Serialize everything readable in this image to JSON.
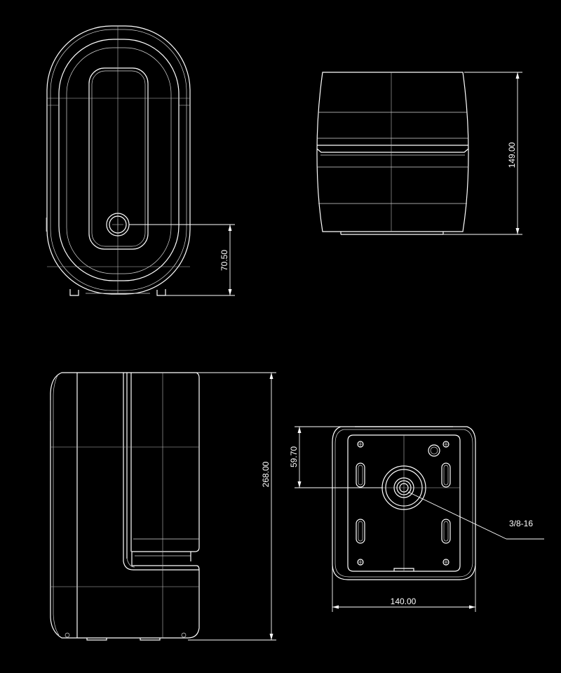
{
  "dimensions": {
    "front_view_lens_height": "70.50",
    "side_view_height": "149.00",
    "side_view_total_height": "268.00",
    "base_view_mount_offset": "59.70",
    "base_view_width": "140.00"
  },
  "callouts": {
    "thread_spec": "3/8-16"
  },
  "colors": {
    "background": "#000000",
    "line": "#ffffff"
  }
}
